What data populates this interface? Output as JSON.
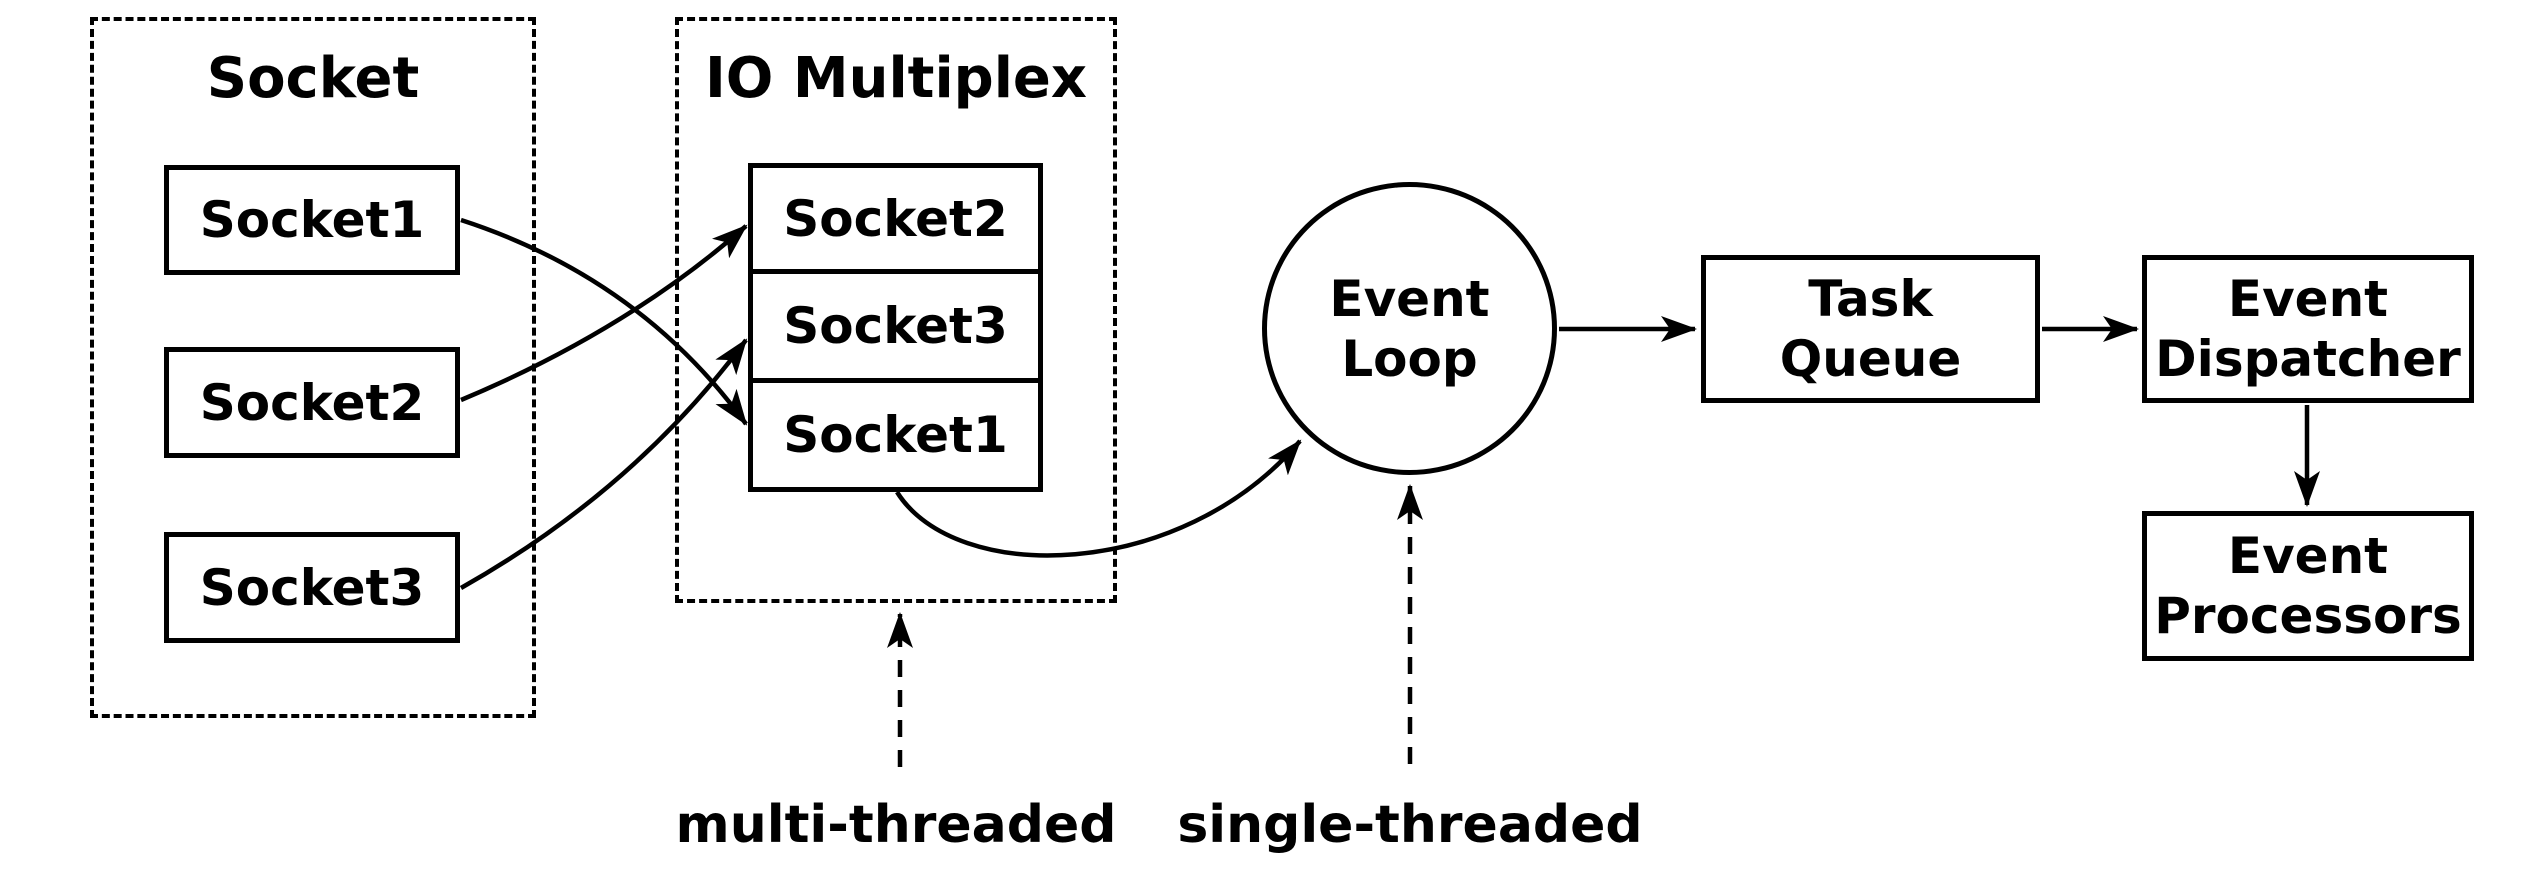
{
  "groups": {
    "socket": {
      "title": "Socket",
      "items": [
        "Socket1",
        "Socket2",
        "Socket3"
      ]
    },
    "io_multiplex": {
      "title": "IO Multiplex",
      "items": [
        "Socket2",
        "Socket3",
        "Socket1"
      ]
    }
  },
  "nodes": {
    "event_loop": {
      "line1": "Event",
      "line2": "Loop"
    },
    "task_queue": {
      "line1": "Task",
      "line2": "Queue"
    },
    "event_dispatcher": {
      "line1": "Event",
      "line2": "Dispatcher"
    },
    "event_processors": {
      "line1": "Event",
      "line2": "Processors"
    }
  },
  "annotations": {
    "multi_threaded": "multi-threaded",
    "single_threaded": "single-threaded"
  },
  "edges": [
    {
      "from": "socket1",
      "to": "io-socket1",
      "style": "curved-solid-arrow"
    },
    {
      "from": "socket2",
      "to": "io-socket2",
      "style": "curved-solid-arrow"
    },
    {
      "from": "socket3",
      "to": "io-socket3",
      "style": "curved-solid-arrow"
    },
    {
      "from": "io-multiplex",
      "to": "event-loop",
      "style": "curved-solid-arrow"
    },
    {
      "from": "event-loop",
      "to": "task-queue",
      "style": "straight-solid-arrow"
    },
    {
      "from": "task-queue",
      "to": "event-dispatcher",
      "style": "straight-solid-arrow"
    },
    {
      "from": "event-dispatcher",
      "to": "event-processors",
      "style": "straight-solid-arrow"
    },
    {
      "from": "multi-threaded-label",
      "to": "io-multiplex",
      "style": "dashed-arrow"
    },
    {
      "from": "single-threaded-label",
      "to": "event-loop",
      "style": "dashed-arrow"
    }
  ],
  "colors": {
    "stroke": "#000000",
    "background": "#ffffff"
  }
}
